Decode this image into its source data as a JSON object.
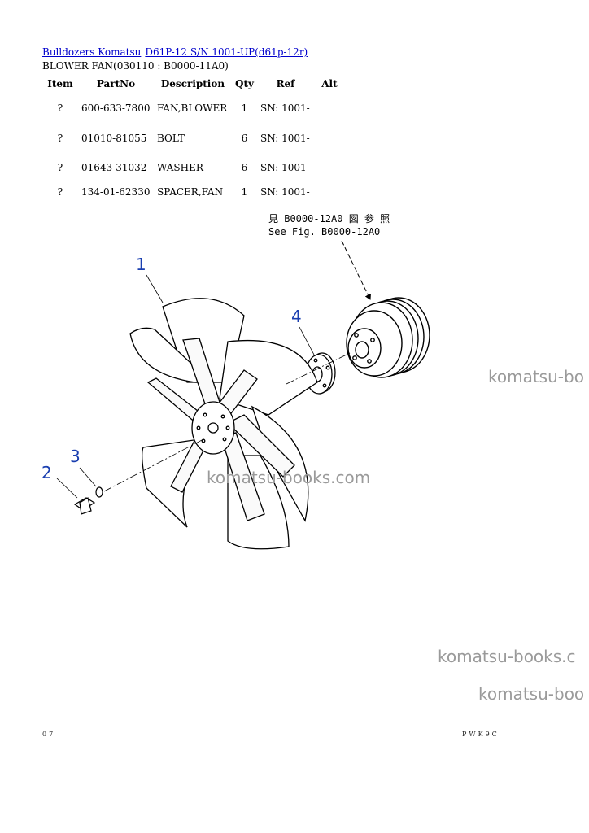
{
  "breadcrumb": {
    "link1": "Bulldozers Komatsu",
    "link2": "D61P-12 S/N 1001-UP(d61p-12r)"
  },
  "subtitle": "BLOWER FAN(030110 : B0000-11A0)",
  "table": {
    "headers": [
      "Item",
      "PartNo",
      "Description",
      "Qty",
      "Ref",
      "Alt"
    ],
    "rows": [
      {
        "item": "?",
        "part": "600-633-7800",
        "desc": "FAN,BLOWER",
        "qty": "1",
        "ref": "SN: 1001-",
        "alt": ""
      },
      {
        "item": "?",
        "part": "01010-81055",
        "desc": "BOLT",
        "qty": "6",
        "ref": "SN: 1001-",
        "alt": ""
      },
      {
        "item": "?",
        "part": "01643-31032",
        "desc": "WASHER",
        "qty": "6",
        "ref": "SN: 1001-",
        "alt": ""
      },
      {
        "item": "?",
        "part": "134-01-62330",
        "desc": "SPACER,FAN",
        "qty": "1",
        "ref": "SN: 1001-",
        "alt": ""
      }
    ]
  },
  "diagram": {
    "callout_jp": "見 B0000-12A0 図 参 照",
    "callout_en": "See Fig. B0000-12A0",
    "labels": [
      "1",
      "2",
      "3",
      "4"
    ],
    "label_color": "#1a3fb0"
  },
  "watermarks": [
    "komatsu-books.com",
    "komatsu-bo",
    "komatsu-books.c",
    "komatsu-boo"
  ],
  "footer": {
    "left": "07",
    "right": "PWK9C"
  }
}
